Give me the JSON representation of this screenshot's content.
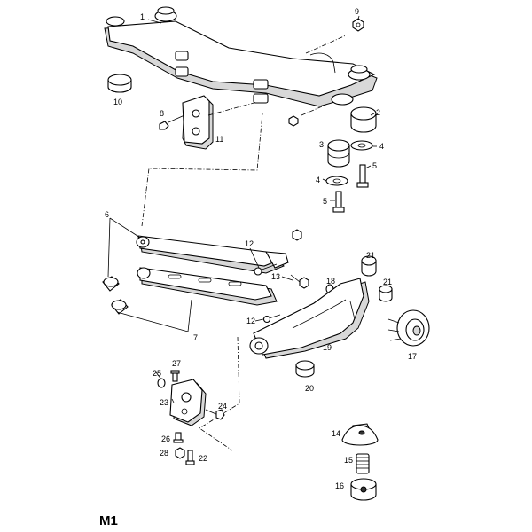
{
  "diagram": {
    "figure_label": "M1",
    "callouts": [
      "1",
      "2",
      "3",
      "4",
      "4",
      "5",
      "5",
      "6",
      "7",
      "8",
      "9",
      "10",
      "11",
      "12",
      "12",
      "13",
      "14",
      "15",
      "16",
      "17",
      "18",
      "19",
      "20",
      "21",
      "21",
      "22",
      "23",
      "24",
      "25",
      "26",
      "27",
      "28"
    ]
  }
}
